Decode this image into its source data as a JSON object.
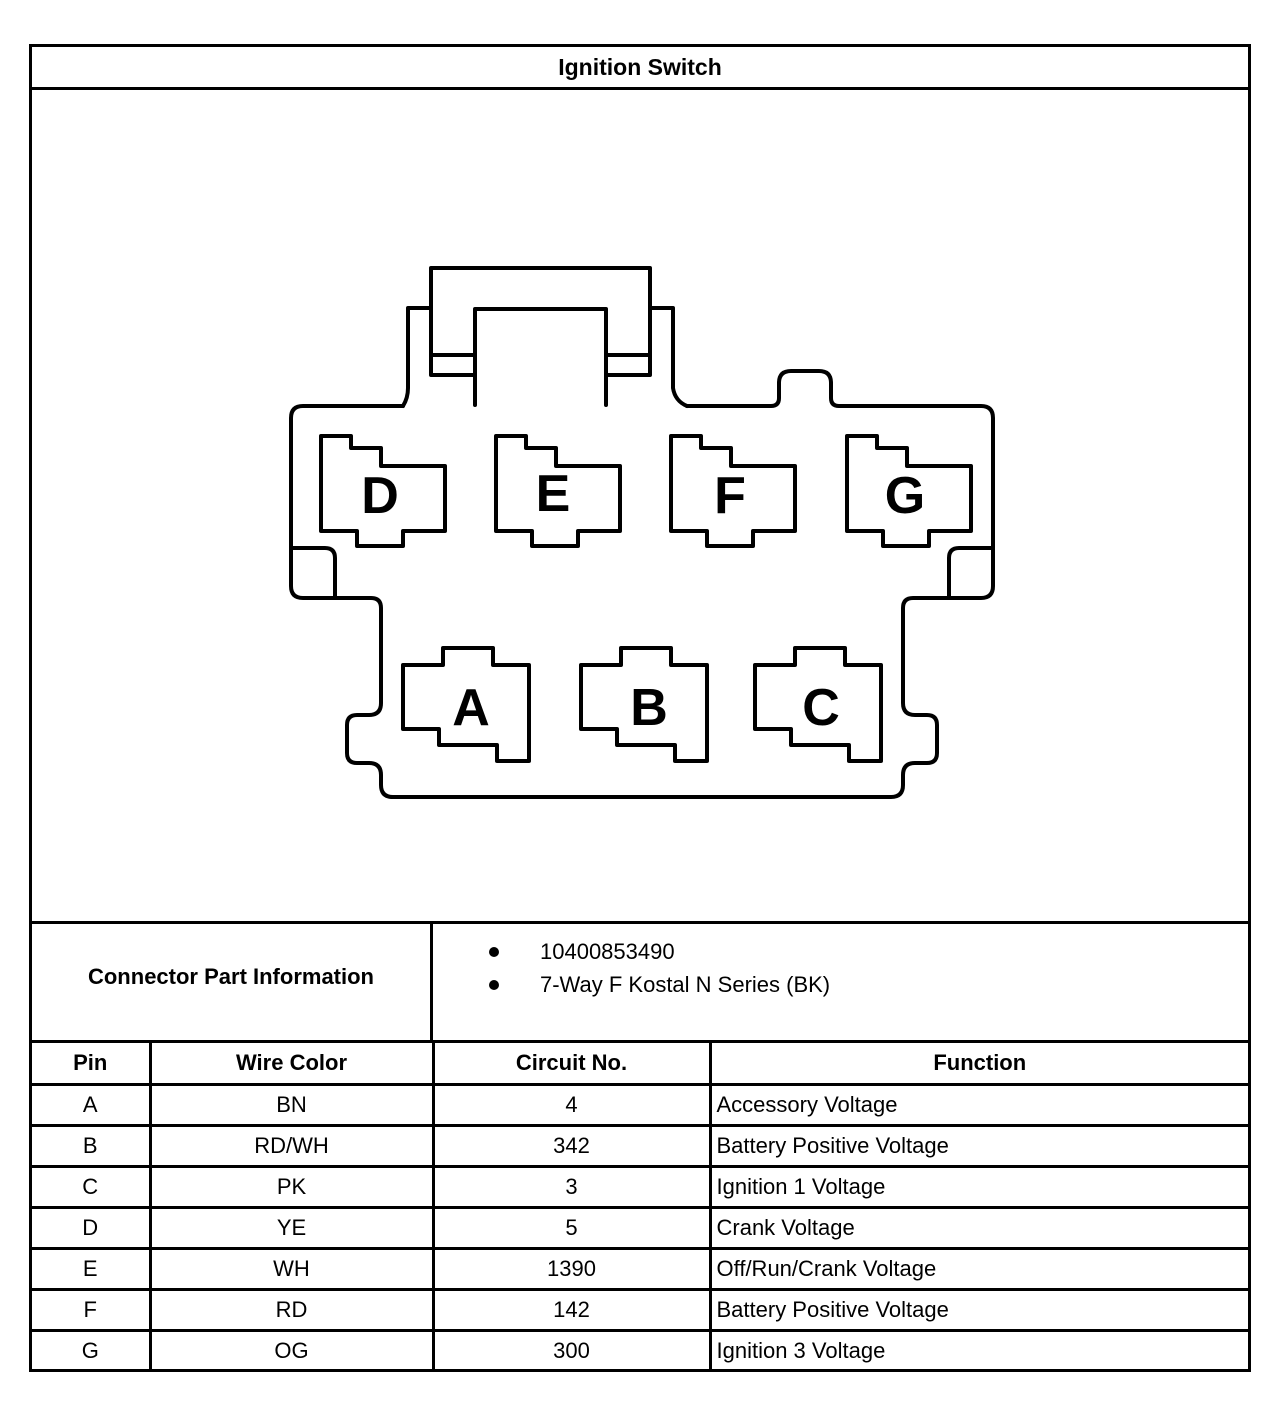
{
  "title": "Ignition Switch",
  "connector": {
    "pins_top": [
      "D",
      "E",
      "F",
      "G"
    ],
    "pins_bottom": [
      "A",
      "B",
      "C"
    ]
  },
  "connector_info": {
    "label": "Connector Part Information",
    "items": [
      "10400853490",
      "7-Way F Kostal N Series (BK)"
    ]
  },
  "table": {
    "headers": [
      "Pin",
      "Wire Color",
      "Circuit No.",
      "Function"
    ],
    "rows": [
      {
        "pin": "A",
        "wire_color": "BN",
        "circuit": "4",
        "function": "Accessory Voltage"
      },
      {
        "pin": "B",
        "wire_color": "RD/WH",
        "circuit": "342",
        "function": "Battery Positive Voltage"
      },
      {
        "pin": "C",
        "wire_color": "PK",
        "circuit": "3",
        "function": "Ignition 1 Voltage"
      },
      {
        "pin": "D",
        "wire_color": "YE",
        "circuit": "5",
        "function": "Crank Voltage"
      },
      {
        "pin": "E",
        "wire_color": "WH",
        "circuit": "1390",
        "function": "Off/Run/Crank Voltage"
      },
      {
        "pin": "F",
        "wire_color": "RD",
        "circuit": "142",
        "function": "Battery Positive Voltage"
      },
      {
        "pin": "G",
        "wire_color": "OG",
        "circuit": "300",
        "function": "Ignition 3 Voltage"
      }
    ]
  }
}
